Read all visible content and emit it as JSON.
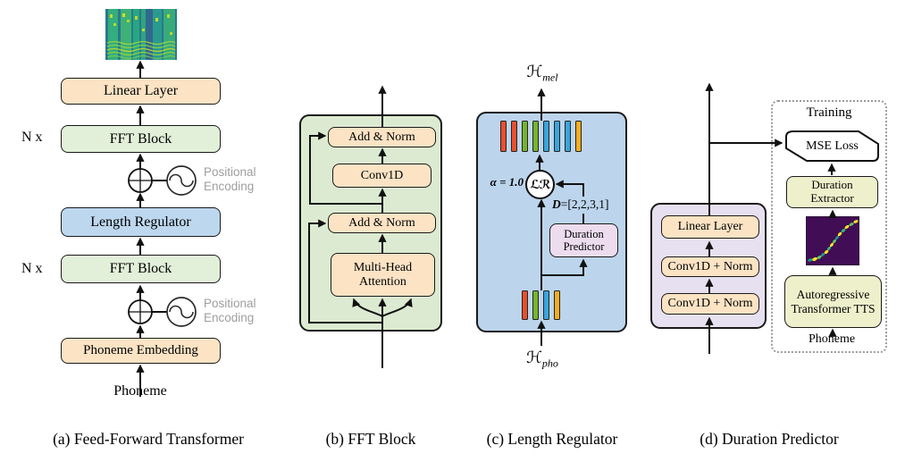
{
  "colors": {
    "box_orange": "#fbe3c4",
    "box_green": "#e2efd9",
    "box_blue": "#bdd7ee",
    "box_pink": "#ecdcee",
    "box_yellow_green": "#edf0cb",
    "container_green": "#dcead1",
    "container_blue": "#bcd5ec",
    "container_purple": "#e7e0f0",
    "arrow": "#111111",
    "pos_enc_text": "#9e9e9e",
    "bars": {
      "red": "#e8502d",
      "green": "#77b42d",
      "blue": "#3aa5dc",
      "orange": "#f5ad1f"
    }
  },
  "panel_a": {
    "caption": "(a) Feed-Forward Transformer",
    "repeat_label": "N x",
    "positional_encoding": "Positional Encoding",
    "input_label": "Phoneme",
    "boxes": {
      "phoneme_embedding": "Phoneme Embedding",
      "fft_block": "FFT Block",
      "length_regulator": "Length Regulator",
      "linear_layer": "Linear Layer"
    }
  },
  "panel_b": {
    "caption": "(b) FFT Block",
    "boxes": {
      "add_norm": "Add & Norm",
      "conv1d": "Conv1D",
      "multi_head_attention": "Multi-Head Attention"
    }
  },
  "panel_c": {
    "caption": "(c) Length Regulator",
    "output_symbol": "ℋ",
    "output_subscript": "mel",
    "input_symbol": "ℋ",
    "input_subscript": "pho",
    "alpha_label": "α = 1.0",
    "lr_symbol": "ℒℛ",
    "duration_symbol": "D",
    "duration_value": "=[2,2,3,1]",
    "duration_predictor": "Duration Predictor",
    "expanded_bars": [
      "red",
      "red",
      "green",
      "green",
      "blue",
      "blue",
      "blue",
      "orange"
    ],
    "phoneme_bars": [
      "red",
      "green",
      "blue",
      "orange"
    ]
  },
  "panel_d": {
    "caption": "(d) Duration Predictor",
    "boxes": {
      "linear_layer": "Linear Layer",
      "conv1d_norm": "Conv1D + Norm"
    },
    "training_label": "Training",
    "mse_loss": "MSE Loss",
    "duration_extractor": "Duration Extractor",
    "autoregressive_tts": "Autoregressive Transformer TTS",
    "input_label": "Phoneme"
  }
}
